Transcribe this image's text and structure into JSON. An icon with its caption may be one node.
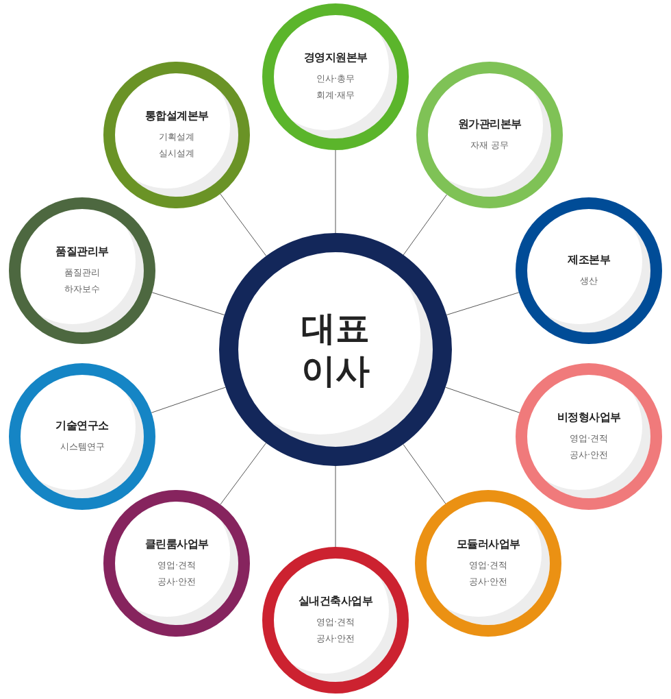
{
  "diagram": {
    "nodes": [
      {
        "text": [
          "대표 이사"
        ]
      },
      {
        "text": [
          "경영지원본부",
          "인사·총무 회계·재무"
        ]
      },
      {
        "text": [
          "원가관리본부",
          "자재 공무"
        ]
      },
      {
        "text": [
          "제조본부",
          "생산"
        ]
      },
      {
        "text": [
          "비정형사업부",
          "영업·견적 공사·안전"
        ]
      },
      {
        "text": [
          "모듈러사업부",
          "영업·견적 공사·안전"
        ]
      },
      {
        "text": [
          "실내건축사업부",
          "영업·견적 공사·안전"
        ]
      },
      {
        "text": [
          "클린룸사업부",
          "영업·견적 공사·안전"
        ]
      },
      {
        "text": [
          "기술연구소",
          "시스템연구"
        ]
      },
      {
        "text": [
          "품질관리부",
          "품질관리 하자보수"
        ]
      },
      {
        "text": [
          "통합설계본부",
          "기획설계 실시설계"
        ]
      }
    ],
    "edges": [
      {
        "from": 0,
        "to": 1,
        "arrow": "none"
      },
      {
        "from": 0,
        "to": 2,
        "arrow": "none"
      },
      {
        "from": 0,
        "to": 3,
        "arrow": "none"
      },
      {
        "from": 0,
        "to": 4,
        "arrow": "none"
      },
      {
        "from": 0,
        "to": 5,
        "arrow": "none"
      },
      {
        "from": 0,
        "to": 6,
        "arrow": "none"
      },
      {
        "from": 0,
        "to": 7,
        "arrow": "none"
      },
      {
        "from": 0,
        "to": 8,
        "arrow": "none"
      },
      {
        "from": 0,
        "to": 9,
        "arrow": "none"
      },
      {
        "from": 0,
        "to": 10,
        "arrow": "none"
      }
    ]
  }
}
